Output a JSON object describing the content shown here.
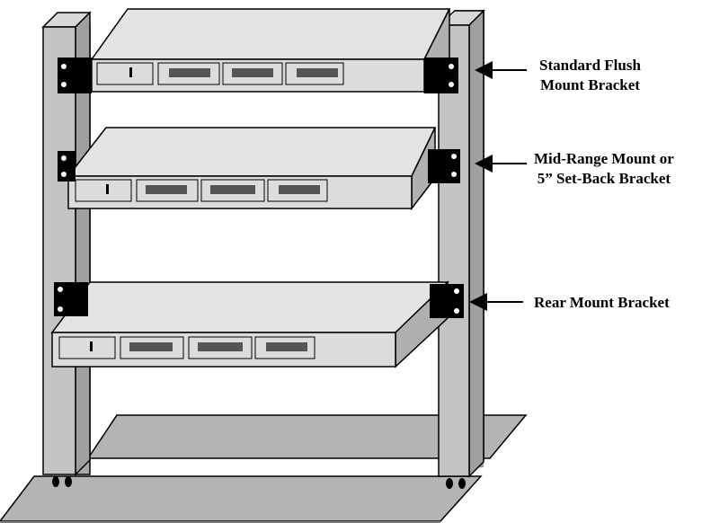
{
  "labels": {
    "standard": {
      "line1": "Standard Flush",
      "line2": "Mount Bracket"
    },
    "midrange": {
      "line1": "Mid-Range Mount or",
      "line2": "5” Set-Back Bracket"
    },
    "rear": {
      "line1": "Rear Mount Bracket"
    }
  },
  "colors": {
    "post": "#c0c0c0",
    "unit": "#dcdcdc",
    "base": "#b0b0b0",
    "bracket": "#000000",
    "outline": "#000000"
  }
}
